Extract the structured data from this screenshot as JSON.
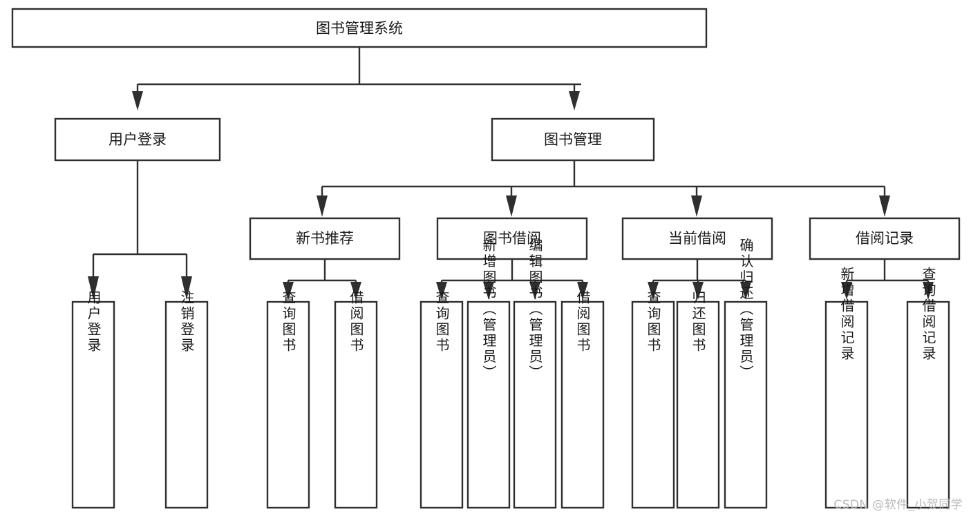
{
  "diagram": {
    "title": "图书管理系统",
    "type": "tree",
    "orientation": "top-down",
    "colors": {
      "box_stroke": "#2f2f2f",
      "box_fill": "#ffffff",
      "connector": "#2f2f2f",
      "text": "#1b1b1b",
      "background": "#ffffff",
      "watermark": "#b9b9b9"
    },
    "root": {
      "label": "图书管理系统"
    },
    "level2": [
      {
        "label": "用户登录"
      },
      {
        "label": "图书管理"
      }
    ],
    "level3": [
      {
        "label": "新书推荐"
      },
      {
        "label": "图书借阅"
      },
      {
        "label": "当前借阅"
      },
      {
        "label": "借阅记录"
      }
    ],
    "leaves": {
      "user_login": [
        {
          "label": "用户登录"
        },
        {
          "label": "注销登录"
        }
      ],
      "new_book_recommend": [
        {
          "label": "查询图书"
        },
        {
          "label": "借阅图书"
        }
      ],
      "book_borrow": [
        {
          "label": "查询图书"
        },
        {
          "label": "新增图书（管理员）"
        },
        {
          "label": "编辑图书（管理员）"
        },
        {
          "label": "借阅图书"
        }
      ],
      "current_borrow": [
        {
          "label": "查询图书"
        },
        {
          "label": "归还图书"
        },
        {
          "label": "确认归还（管理员）"
        }
      ],
      "borrow_record": [
        {
          "label": "新增借阅记录"
        },
        {
          "label": "查询借阅记录"
        }
      ]
    }
  },
  "watermark": {
    "text": "CSDN @软件_小贺同学"
  }
}
